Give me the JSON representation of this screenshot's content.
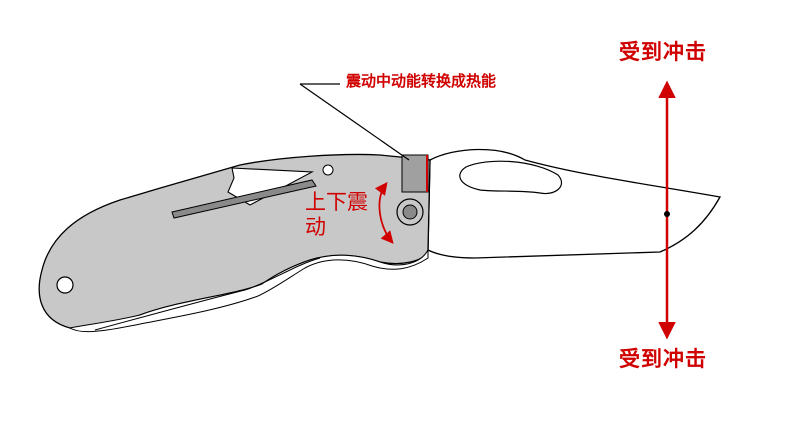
{
  "labels": {
    "impact_top": "受到冲击",
    "impact_bottom": "受到冲击",
    "callout": "震动中动能转换成热能",
    "vibration": "上下震动"
  },
  "colors": {
    "annotation": "#d00000",
    "handle_fill": "#c8c8c8",
    "blade_fill": "#ffffff",
    "outline": "#000000"
  }
}
